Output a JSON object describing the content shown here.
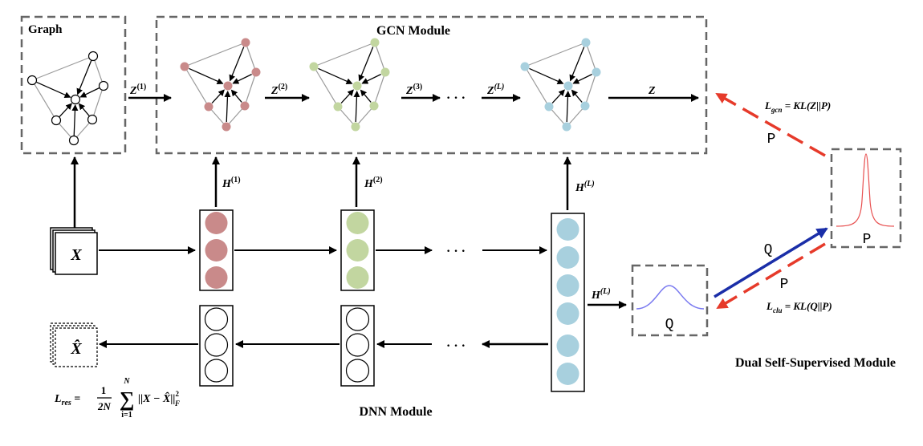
{
  "titles": {
    "graph": "Graph",
    "gcn": "GCN Module",
    "dnn": "DNN Module",
    "dual": "Dual Self-Supervised Module"
  },
  "gcn_flow_labels": {
    "z1": "Z(1)",
    "z2": "Z(2)",
    "z3": "Z(3)",
    "zl": "Z(L)",
    "z": "Z",
    "dots": "· · ·"
  },
  "h_labels": {
    "h1": "H(1)",
    "h2": "H(2)",
    "hl": "H(L)",
    "hl_to_q": "H(L)"
  },
  "dnn_flow": {
    "dots_top": "· · ·",
    "dots_bottom": "· · ·"
  },
  "input": {
    "x": "X",
    "x_hat": "X̂"
  },
  "distributions": {
    "q": "Q",
    "p": "P"
  },
  "arrow_labels": {
    "q": "Q",
    "p_lower": "P",
    "p_upper": "P"
  },
  "losses": {
    "gcn": "Lgcn = KL(Z||P)",
    "clu": "Lclu = KL(Q||P)",
    "res": "Lres = (1/2N) Σ ||X − X̂||²F"
  },
  "colors": {
    "red_nodes": "#c98a8a",
    "green_nodes": "#c2d6a0",
    "blue_nodes": "#a8d0de",
    "q_curve": "#7a7af0",
    "p_curve": "#e85050",
    "q_arrow": "#1a2ea8",
    "p_arrow": "#e63a2a"
  }
}
